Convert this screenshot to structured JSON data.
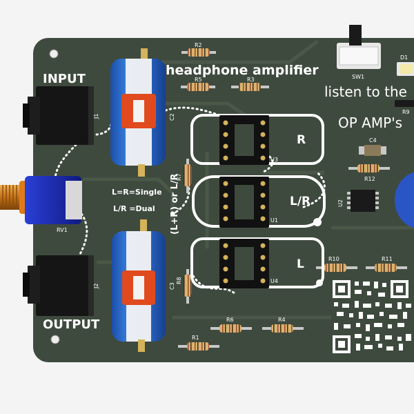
{
  "board": {
    "title": "headphone amplifier",
    "subtitle_1": "listen to the",
    "subtitle_2": "OP AMP's",
    "input_label": "INPUT",
    "output_label": "OUTPUT",
    "socket_labels": [
      "R",
      "L/R",
      "L"
    ],
    "mode_single": "L=R=Single",
    "mode_dual": "L/R =Dual",
    "rotated_note": "(L+R) or L/R",
    "colors": {
      "pcb": "#3f4a3e",
      "silkscreen": "#ffffff",
      "pad": "#d4b35a",
      "capacitor_body": "#2d6fd0",
      "jack": "#151515",
      "potentiometer": "#2233bb",
      "shaft": "#c97a1e"
    }
  },
  "refs": {
    "J1": "J1",
    "J2": "J2",
    "RV1": "RV1",
    "C2": "C2",
    "C3": "C3",
    "C4": "C4",
    "R1": "R1",
    "R2": "R2",
    "R3": "R3",
    "R4": "R4",
    "R5": "R5",
    "R6": "R6",
    "R7": "R7",
    "R8": "R8",
    "R9": "R9",
    "R10": "R10",
    "R11": "R11",
    "R12": "R12",
    "U1": "U1",
    "U2": "U2",
    "U3": "U3",
    "U4": "U4",
    "SW1": "SW1",
    "D1": "D1"
  },
  "icons": {
    "qr": "qr-code-icon"
  }
}
